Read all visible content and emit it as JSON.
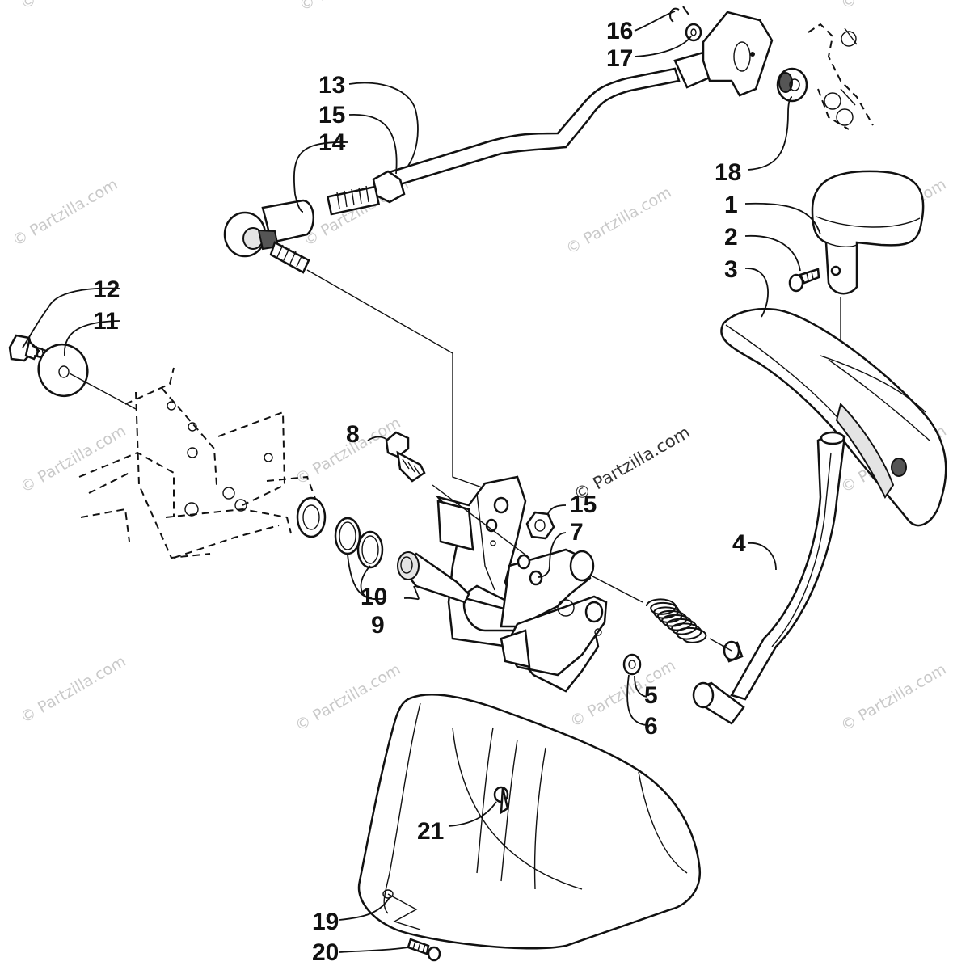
{
  "watermark": "© Partzilla.com",
  "callouts": [
    "1",
    "2",
    "3",
    "4",
    "5",
    "6",
    "7",
    "8",
    "9",
    "10",
    "11",
    "12",
    "13",
    "14",
    "15",
    "15",
    "16",
    "17",
    "18",
    "19",
    "20",
    "21"
  ]
}
